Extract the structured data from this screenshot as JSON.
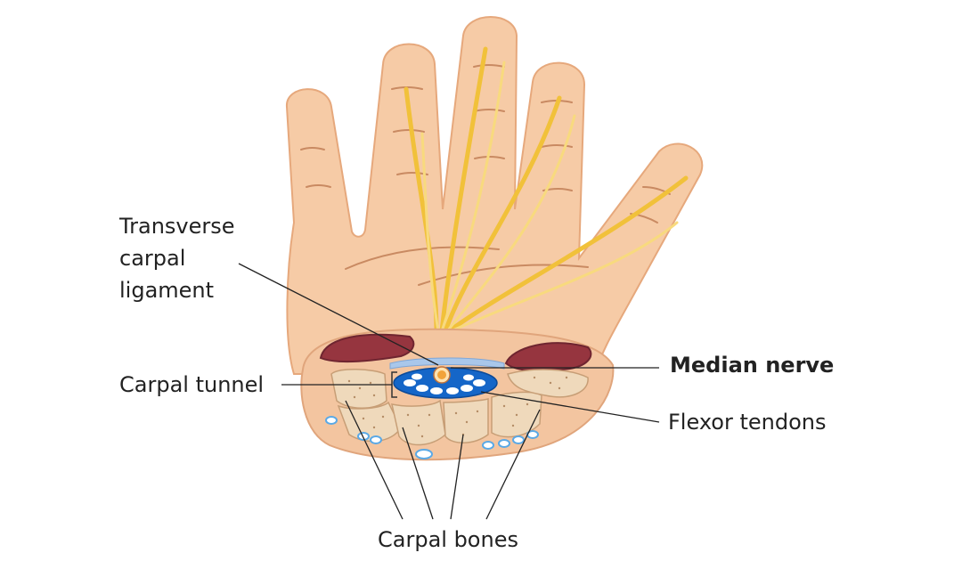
{
  "labels": {
    "transverse_line1": "Transverse",
    "transverse_line2": "carpal",
    "transverse_line3": "ligament",
    "carpal_tunnel": "Carpal tunnel",
    "median_nerve": "Median nerve",
    "flexor_tendons": "Flexor tendons",
    "carpal_bones": "Carpal bones"
  },
  "colors": {
    "skin": "#f6cba6",
    "skin_outline": "#e6a87c",
    "skin_shade": "#eab894",
    "crease": "#c98a62",
    "nerve_branch": "#f1c13a",
    "nerve_branch_light": "#f8da7e",
    "muscle": "#96353f",
    "muscle_outline": "#6f2530",
    "bone": "#efd9bb",
    "bone_outline": "#c79e76",
    "tunnel_blue": "#1566c8",
    "tendon_white": "#ffffff",
    "ligament_blue": "#a9c7ea",
    "median_nerve_core": "#f2a33a",
    "small_blue": "#5aa9e6"
  },
  "icons": {
    "hand": "hand-palm-illustration",
    "cross_section": "wrist-cross-section-illustration"
  }
}
